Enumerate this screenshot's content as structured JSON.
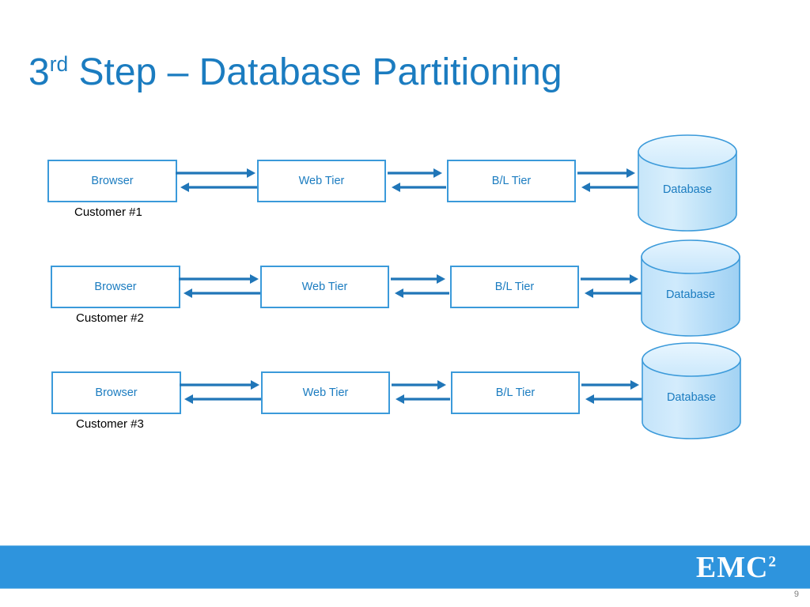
{
  "slide": {
    "title_prefix": "3",
    "title_superscript": "rd",
    "title_rest": " Step – Database Partitioning",
    "title_full": "3rd Step – Database Partitioning",
    "page_number": "9"
  },
  "colors": {
    "title_blue": "#1b7cc0",
    "box_border": "#3b9ada",
    "box_text": "#1b7cc0",
    "arrow": "#2076b8",
    "footer_bar": "#2e94dd",
    "cylinder_fill_light": "#dff0fb",
    "cylinder_fill_dark": "#aad8f5",
    "cylinder_stroke": "#3b9ada",
    "customer_label": "#000000",
    "page_number": "#7f7f7f"
  },
  "diagram": {
    "rows": [
      {
        "customer_label": "Customer #1",
        "nodes": [
          {
            "label": "Browser"
          },
          {
            "label": "Web Tier"
          },
          {
            "label": "B/L Tier"
          }
        ],
        "database": {
          "label": "Database"
        }
      },
      {
        "customer_label": "Customer #2",
        "nodes": [
          {
            "label": "Browser"
          },
          {
            "label": "Web Tier"
          },
          {
            "label": "B/L Tier"
          }
        ],
        "database": {
          "label": "Database"
        }
      },
      {
        "customer_label": "Customer #3",
        "nodes": [
          {
            "label": "Browser"
          },
          {
            "label": "Web Tier"
          },
          {
            "label": "B/L Tier"
          }
        ],
        "database": {
          "label": "Database"
        }
      }
    ]
  },
  "footer": {
    "logo_text": "EMC",
    "logo_superscript": "2"
  }
}
